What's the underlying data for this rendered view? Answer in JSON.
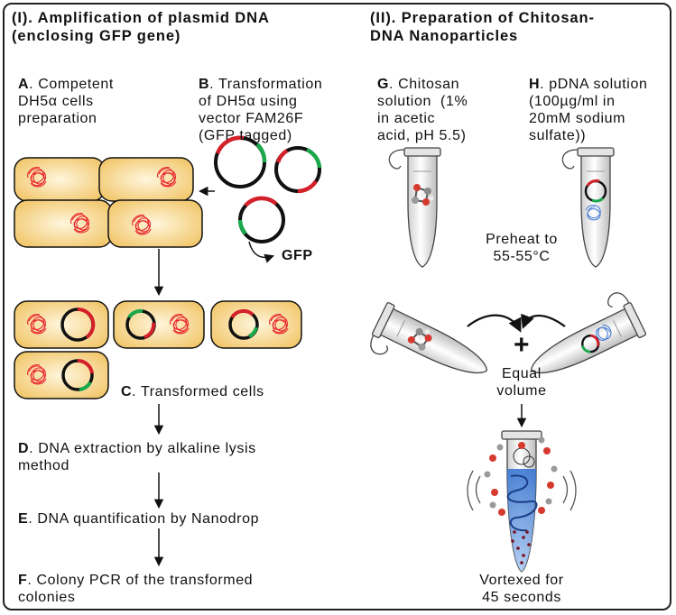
{
  "section1": {
    "heading_line1": "(I). Amplification of plasmid DNA",
    "heading_line2": "(enclosing GFP gene)"
  },
  "section2": {
    "heading_line1": "(II). Preparation of Chitosan-",
    "heading_line2": "DNA Nanoparticles"
  },
  "steps": {
    "a": {
      "letter": "A",
      "line1": ". Competent",
      "line2": "DH5α cells",
      "line3": "preparation"
    },
    "b": {
      "letter": "B",
      "line1": ". Transformation",
      "line2": "of DH5α using",
      "line3": "vector FAM26F",
      "line4": "(GFP tagged)"
    },
    "c": {
      "letter": "C",
      "text": ". Transformed cells"
    },
    "d": {
      "letter": "D",
      "line1": ". DNA extraction by alkaline lysis",
      "line2": "method"
    },
    "e": {
      "letter": "E",
      "text": ". DNA quantification by Nanodrop"
    },
    "f": {
      "letter": "F",
      "line1": ". Colony PCR of the transformed",
      "line2": "colonies"
    },
    "g": {
      "letter": "G",
      "line1": ". Chitosan",
      "line2": "solution  (1%",
      "line3": "in acetic",
      "line4": "acid, pH 5.5)"
    },
    "h": {
      "letter": "H",
      "line1": ". pDNA solution",
      "line2": "(100µg/ml in",
      "line3": "20mM sodium",
      "line4": "sulfate))"
    }
  },
  "labels": {
    "gfp": "GFP",
    "preheat_line1": "Preheat to",
    "preheat_line2": "55-55°C",
    "plus": "+",
    "equal_line1": "Equal",
    "equal_line2": "volume",
    "vortex_line1": "Vortexed for",
    "vortex_line2": "45 seconds"
  },
  "colors": {
    "cell_fill": "#f6d48a",
    "cell_stroke": "#111111",
    "plasmid_red": "#d4202a",
    "gfp_green": "#1aa84b",
    "dna_coil": "#e8282e",
    "tube_liquid": "#4a7fd4"
  }
}
